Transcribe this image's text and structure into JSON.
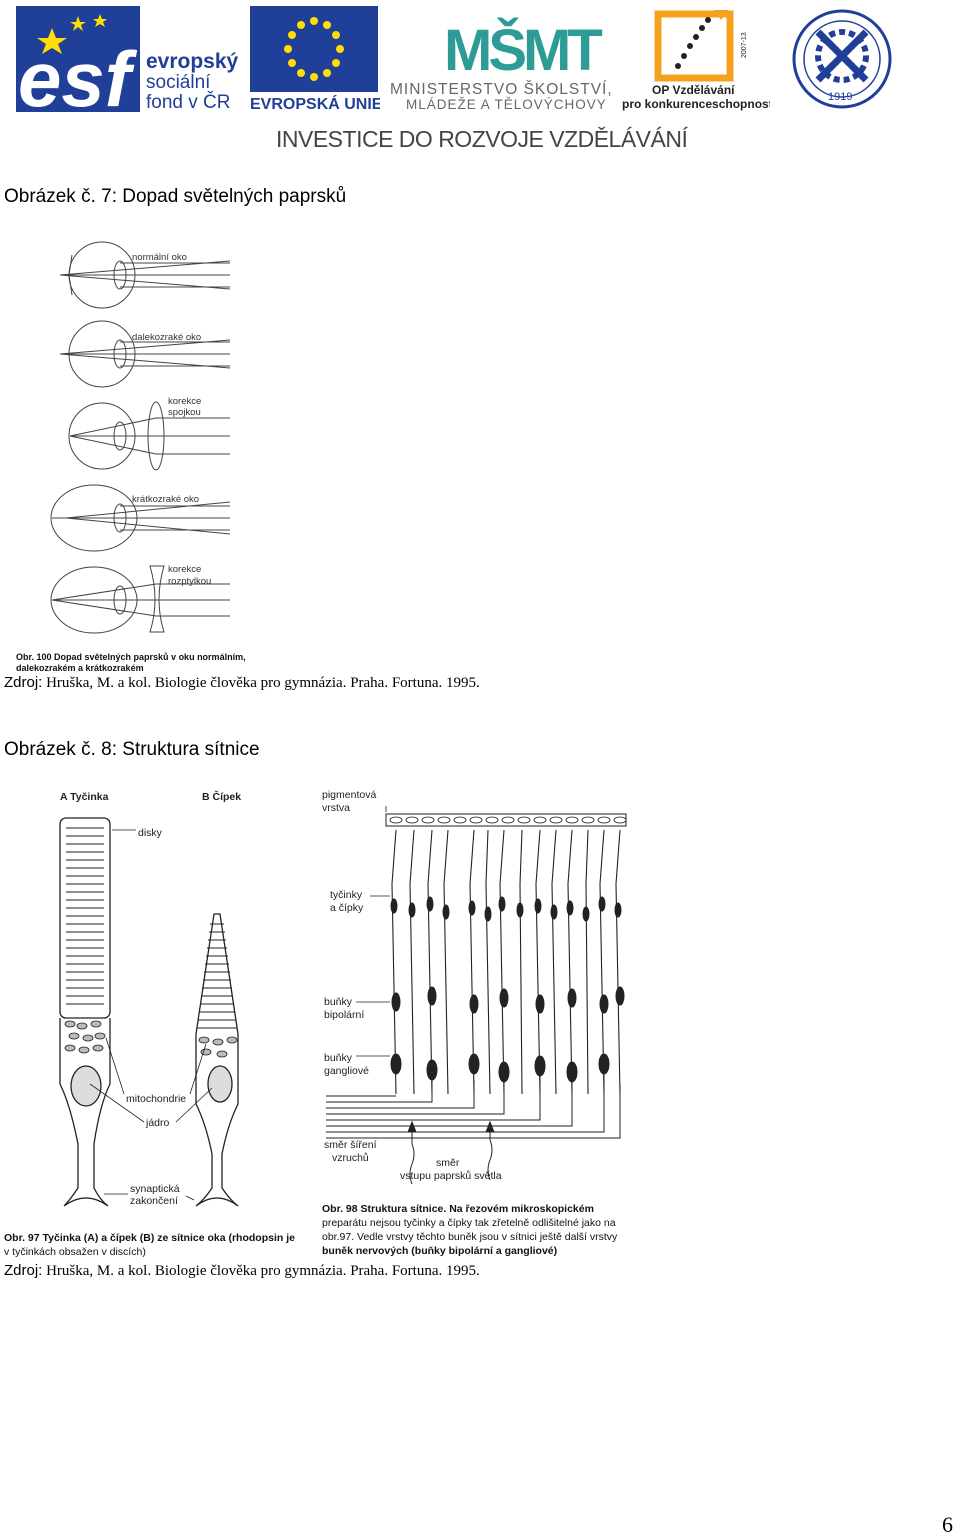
{
  "header": {
    "esf_logo": {
      "letters": "esf",
      "line1": "evropský",
      "line2": "sociální",
      "line3": "fond v ČR"
    },
    "eu_logo": {
      "label": "EVROPSKÁ UNIE"
    },
    "msmt_logo": {
      "mark": "MŠMT",
      "line1": "MINISTERSTVO ŠKOLSTVÍ,",
      "line2": "MLÁDEŽE A TĚLOVÝCHOVY"
    },
    "op_logo": {
      "line1": "OP Vzdělávání",
      "line2": "pro konkurenceschopnost",
      "years": "2007-13"
    },
    "school_seal": {
      "year": "1919"
    },
    "slogan": "INVESTICE DO ROZVOJE VZDĚLÁVÁNÍ"
  },
  "figure7": {
    "title": "Obrázek č. 7: Dopad světelných paprsků",
    "labels": {
      "normal": "normální oko",
      "far": "dalekozraké oko",
      "corr_convex_1": "korekce",
      "corr_convex_2": "spojkou",
      "near": "krátkozraké oko",
      "corr_concave_1": "korekce",
      "corr_concave_2": "rozptylkou"
    },
    "caption_line1": "Obr. 100  Dopad světelných paprsků v oku normálním,",
    "caption_line2": "dalekozrakém a krátkozrakém",
    "source_prefix": "Zdroj:",
    "source_text": " Hruška, M. a kol. Biologie člověka pro gymnázia. Praha. Fortuna. 1995."
  },
  "figure8": {
    "title": "Obrázek č. 8: Struktura sítnice",
    "labels": {
      "a": "A Tyčinka",
      "b": "B Čípek",
      "disky": "disky",
      "mito": "mitochondrie",
      "jadro": "jádro",
      "syn1": "synaptická",
      "syn2": "zakončení",
      "pig1": "pigmentová",
      "pig2": "vrstva",
      "rods1": "tyčinky",
      "rods2": "a čípky",
      "bip1": "buňky",
      "bip2": "bipolární",
      "gang1": "buňky",
      "gang2": "gangliové",
      "dir1": "směr šíření",
      "dir2": "vzruchů",
      "light1": "směr",
      "light2": "vstupu paprsků světla"
    },
    "caption97_line1": "Obr. 97  Tyčinka (A) a čípek (B) ze sítnice oka (rhodopsin je",
    "caption97_line2": "v tyčinkách obsažen v discích)",
    "caption98_line1": "Obr. 98  Struktura sítnice. Na řezovém mikroskopickém",
    "caption98_line2": "preparátu nejsou tyčinky a čípky tak zřetelně odlišitelné jako na",
    "caption98_line3": "obr.97. Vedle vrstvy těchto buněk jsou v sítnici ještě další vrstvy",
    "caption98_line4": "buněk nervových (buňky bipolární a gangliové)",
    "source_prefix": "Zdroj:",
    "source_text": " Hruška, M. a kol. Biologie člověka pro gymnázia. Praha. Fortuna. 1995."
  },
  "page_number": "6"
}
